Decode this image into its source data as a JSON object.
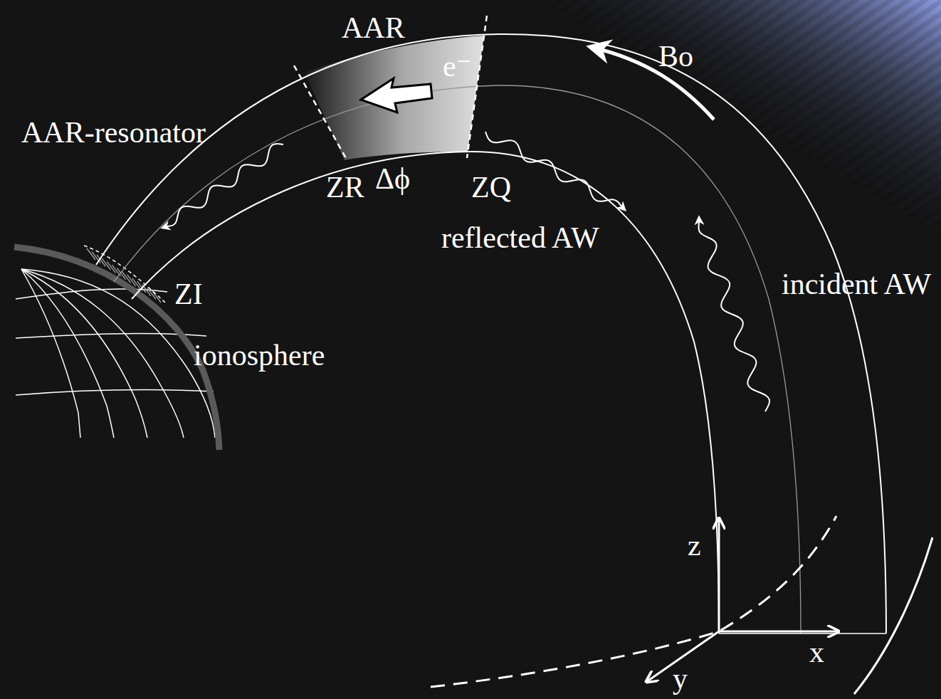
{
  "diagram": {
    "labels": [
      "AAR",
      "e⁻",
      "Bo",
      "AAR-resonator",
      "ZR",
      "Δϕ",
      "ZQ",
      "reflected AW",
      "incident AW",
      "ZI",
      "ionosphere",
      "z",
      "x",
      "y"
    ]
  }
}
